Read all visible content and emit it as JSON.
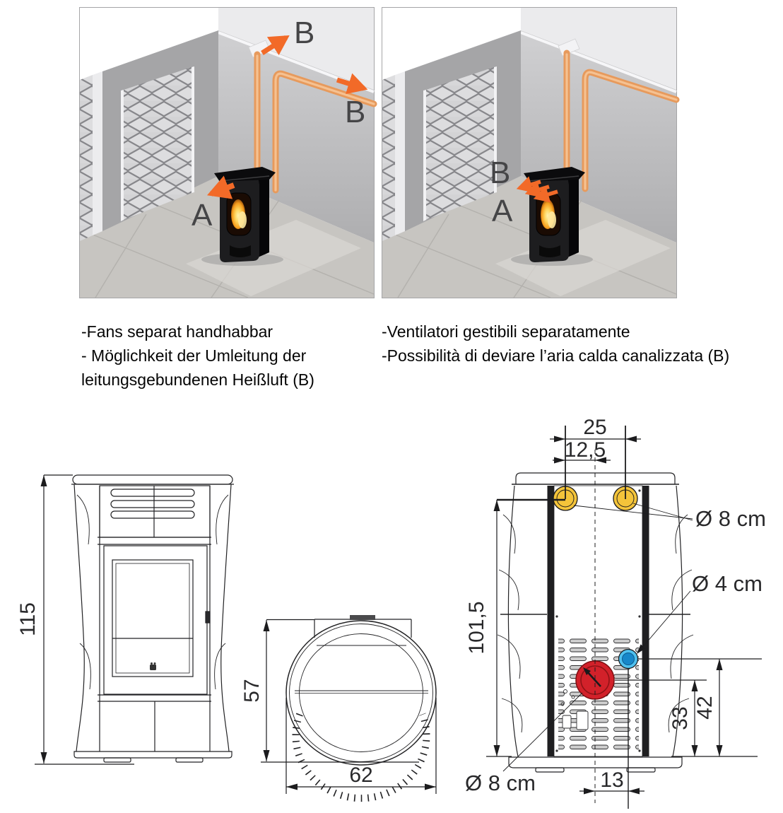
{
  "illustration_left": {
    "label_b_top": "B",
    "label_b_right": "B",
    "label_a": "A"
  },
  "illustration_right": {
    "label_b": "B",
    "label_a": "A"
  },
  "caption_de": {
    "line1": "-Fans separat handhabbar",
    "line2": "- Möglichkeit der Umleitung der",
    "line3": "leitungsgebundenen Heißluft (B)"
  },
  "caption_it": {
    "line1": "-Ventilatori gestibili separatamente",
    "line2": "-Possibilità di deviare l’aria calda canalizzata (B)"
  },
  "front_view": {
    "height": "115"
  },
  "top_view": {
    "depth": "57",
    "width": "62"
  },
  "rear_view": {
    "duct_spacing": "25",
    "duct_offset": "12,5",
    "duct_height": "101,5",
    "flue_height": "33",
    "intake_height": "42",
    "intake_offset": "13",
    "duct_diameter_label": "Ø 8 cm",
    "intake_diameter_label": "Ø 4 cm",
    "flue_diameter_label": "Ø 8 cm"
  },
  "colors": {
    "duct_orange": "#E79A5C",
    "arrow_orange": "#F26A28",
    "hot_air_yellow": "#F4C43A",
    "flue_red": "#D2212A",
    "intake_blue": "#4FC0EE"
  }
}
